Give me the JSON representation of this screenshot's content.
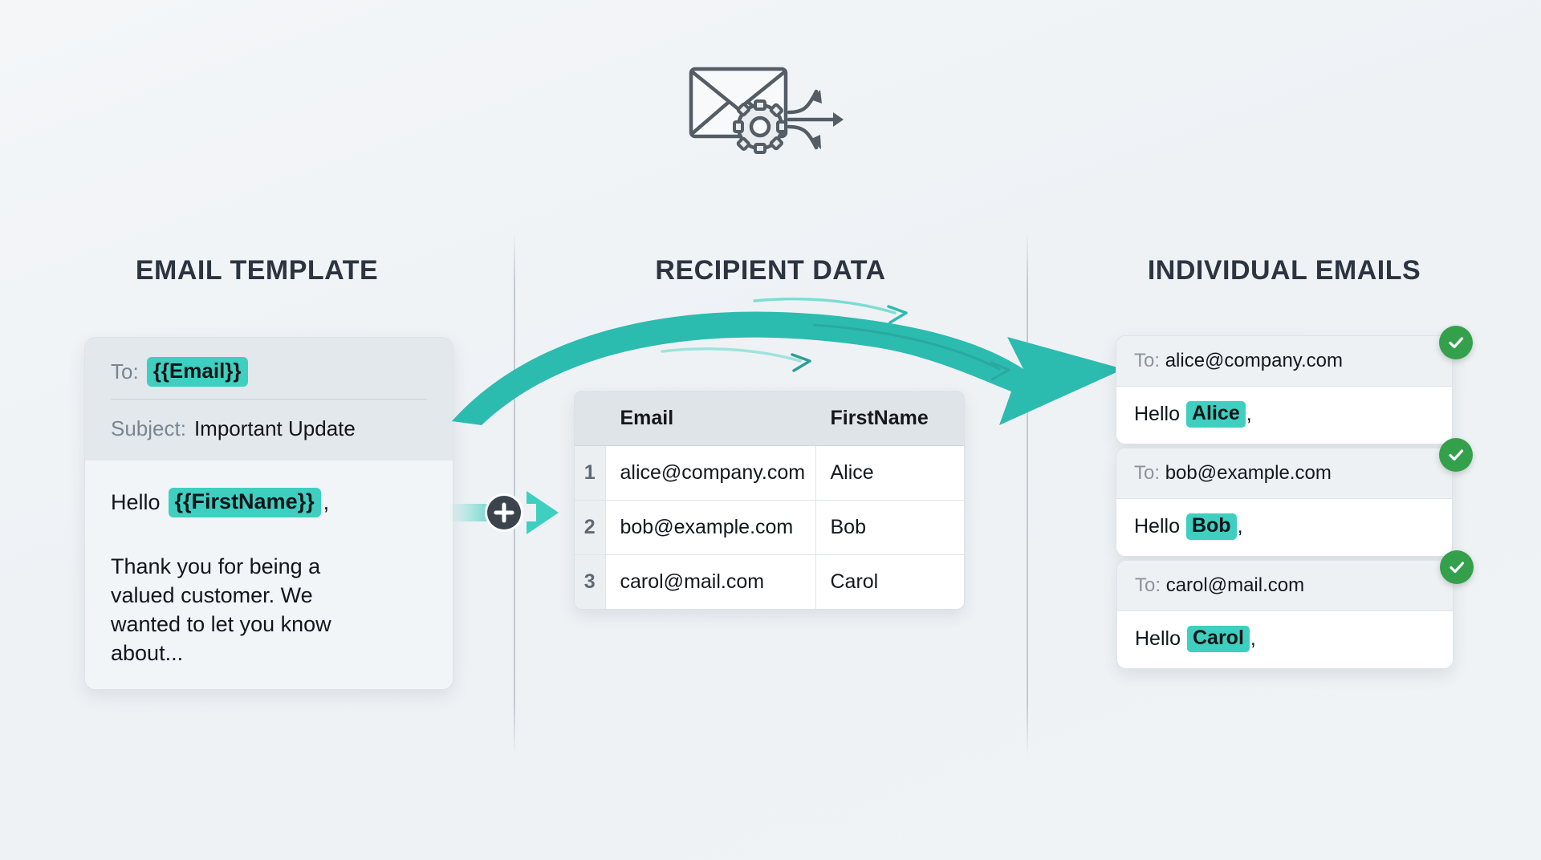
{
  "header": {
    "icon": "envelope-gear-distribute-icon"
  },
  "sections": {
    "template_title": "EMAIL TEMPLATE",
    "data_title": "RECIPIENT DATA",
    "emails_title": "INDIVIDUAL EMAILS"
  },
  "template": {
    "to_label": "To:",
    "to_value": "{{Email}}",
    "subject_label": "Subject:",
    "subject_value": "Important Update",
    "greeting_prefix": "Hello",
    "greeting_token": "{{FirstName}}",
    "greeting_suffix": ",",
    "body": "Thank you for being a valued customer. We wanted to let you know about..."
  },
  "connector": {
    "plus_symbol": "+",
    "icon": "merge-plus-icon",
    "arrow_icon": "arrow-right-icon"
  },
  "flow": {
    "arrow_icon": "curved-flow-arrow-icon"
  },
  "table": {
    "columns": [
      "",
      "Email",
      "FirstName"
    ],
    "rows": [
      {
        "num": "1",
        "email": "alice@company.com",
        "firstname": "Alice"
      },
      {
        "num": "2",
        "email": "bob@example.com",
        "firstname": "Bob"
      },
      {
        "num": "3",
        "email": "carol@mail.com",
        "firstname": "Carol"
      }
    ]
  },
  "emails": [
    {
      "to_label": "To:",
      "to_value": "alice@company.com",
      "greeting_prefix": "Hello",
      "name": "Alice",
      "greeting_suffix": ",",
      "status": "sent"
    },
    {
      "to_label": "To:",
      "to_value": "bob@example.com",
      "greeting_prefix": "Hello",
      "name": "Bob",
      "greeting_suffix": ",",
      "status": "sent"
    },
    {
      "to_label": "To:",
      "to_value": "carol@mail.com",
      "greeting_prefix": "Hello",
      "name": "Carol",
      "greeting_suffix": ",",
      "status": "sent"
    }
  ],
  "colors": {
    "background": "#f0f3f5",
    "accent_teal": "#3ecfc0",
    "arrow_teal": "#2eb8ab",
    "success_green": "#34a04c",
    "text_dark": "#12161c",
    "text_muted": "#7b858f",
    "divider": "#c3cad1"
  }
}
